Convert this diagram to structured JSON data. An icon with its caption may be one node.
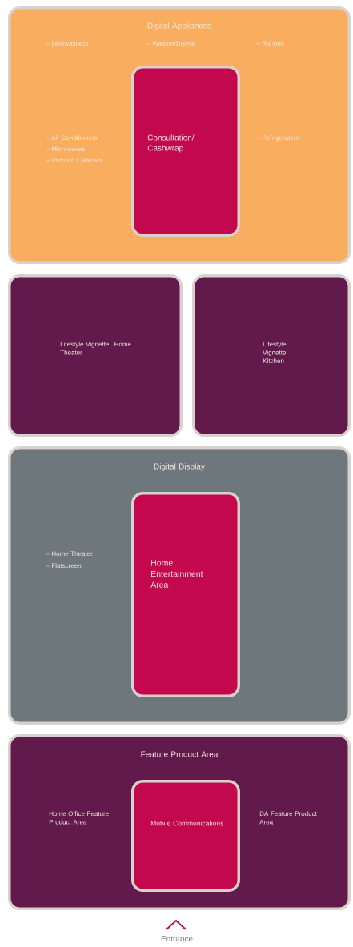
{
  "diagram": {
    "nodes": [
      {
        "text": [
          "Digital Appliances",
          "– Dishwashers",
          "– Washer/Dryers",
          "– Ranges",
          "– Air Conditioners",
          "– Microwaves",
          "– Vacuum Cleaners",
          "– Refrigerators"
        ]
      },
      {
        "text": [
          "Consultation/ Cashwrap"
        ],
        "in": 0
      },
      {
        "text": [
          "Lifestyle Vignette: Home Theater"
        ]
      },
      {
        "text": [
          "Lifestyle Vignette: Kitchen"
        ]
      },
      {
        "text": [
          "Digital Display",
          "– Home Theater",
          "– Flatscreen"
        ]
      },
      {
        "text": [
          "Home Entertainment Area"
        ],
        "in": 4
      },
      {
        "text": [
          "Feature Product Area",
          "Home Office Feature Product Area",
          "DA Feature Product Area"
        ]
      },
      {
        "text": [
          "Mobile Communications"
        ],
        "in": 6
      }
    ],
    "labels": [
      "Entrance"
    ]
  }
}
